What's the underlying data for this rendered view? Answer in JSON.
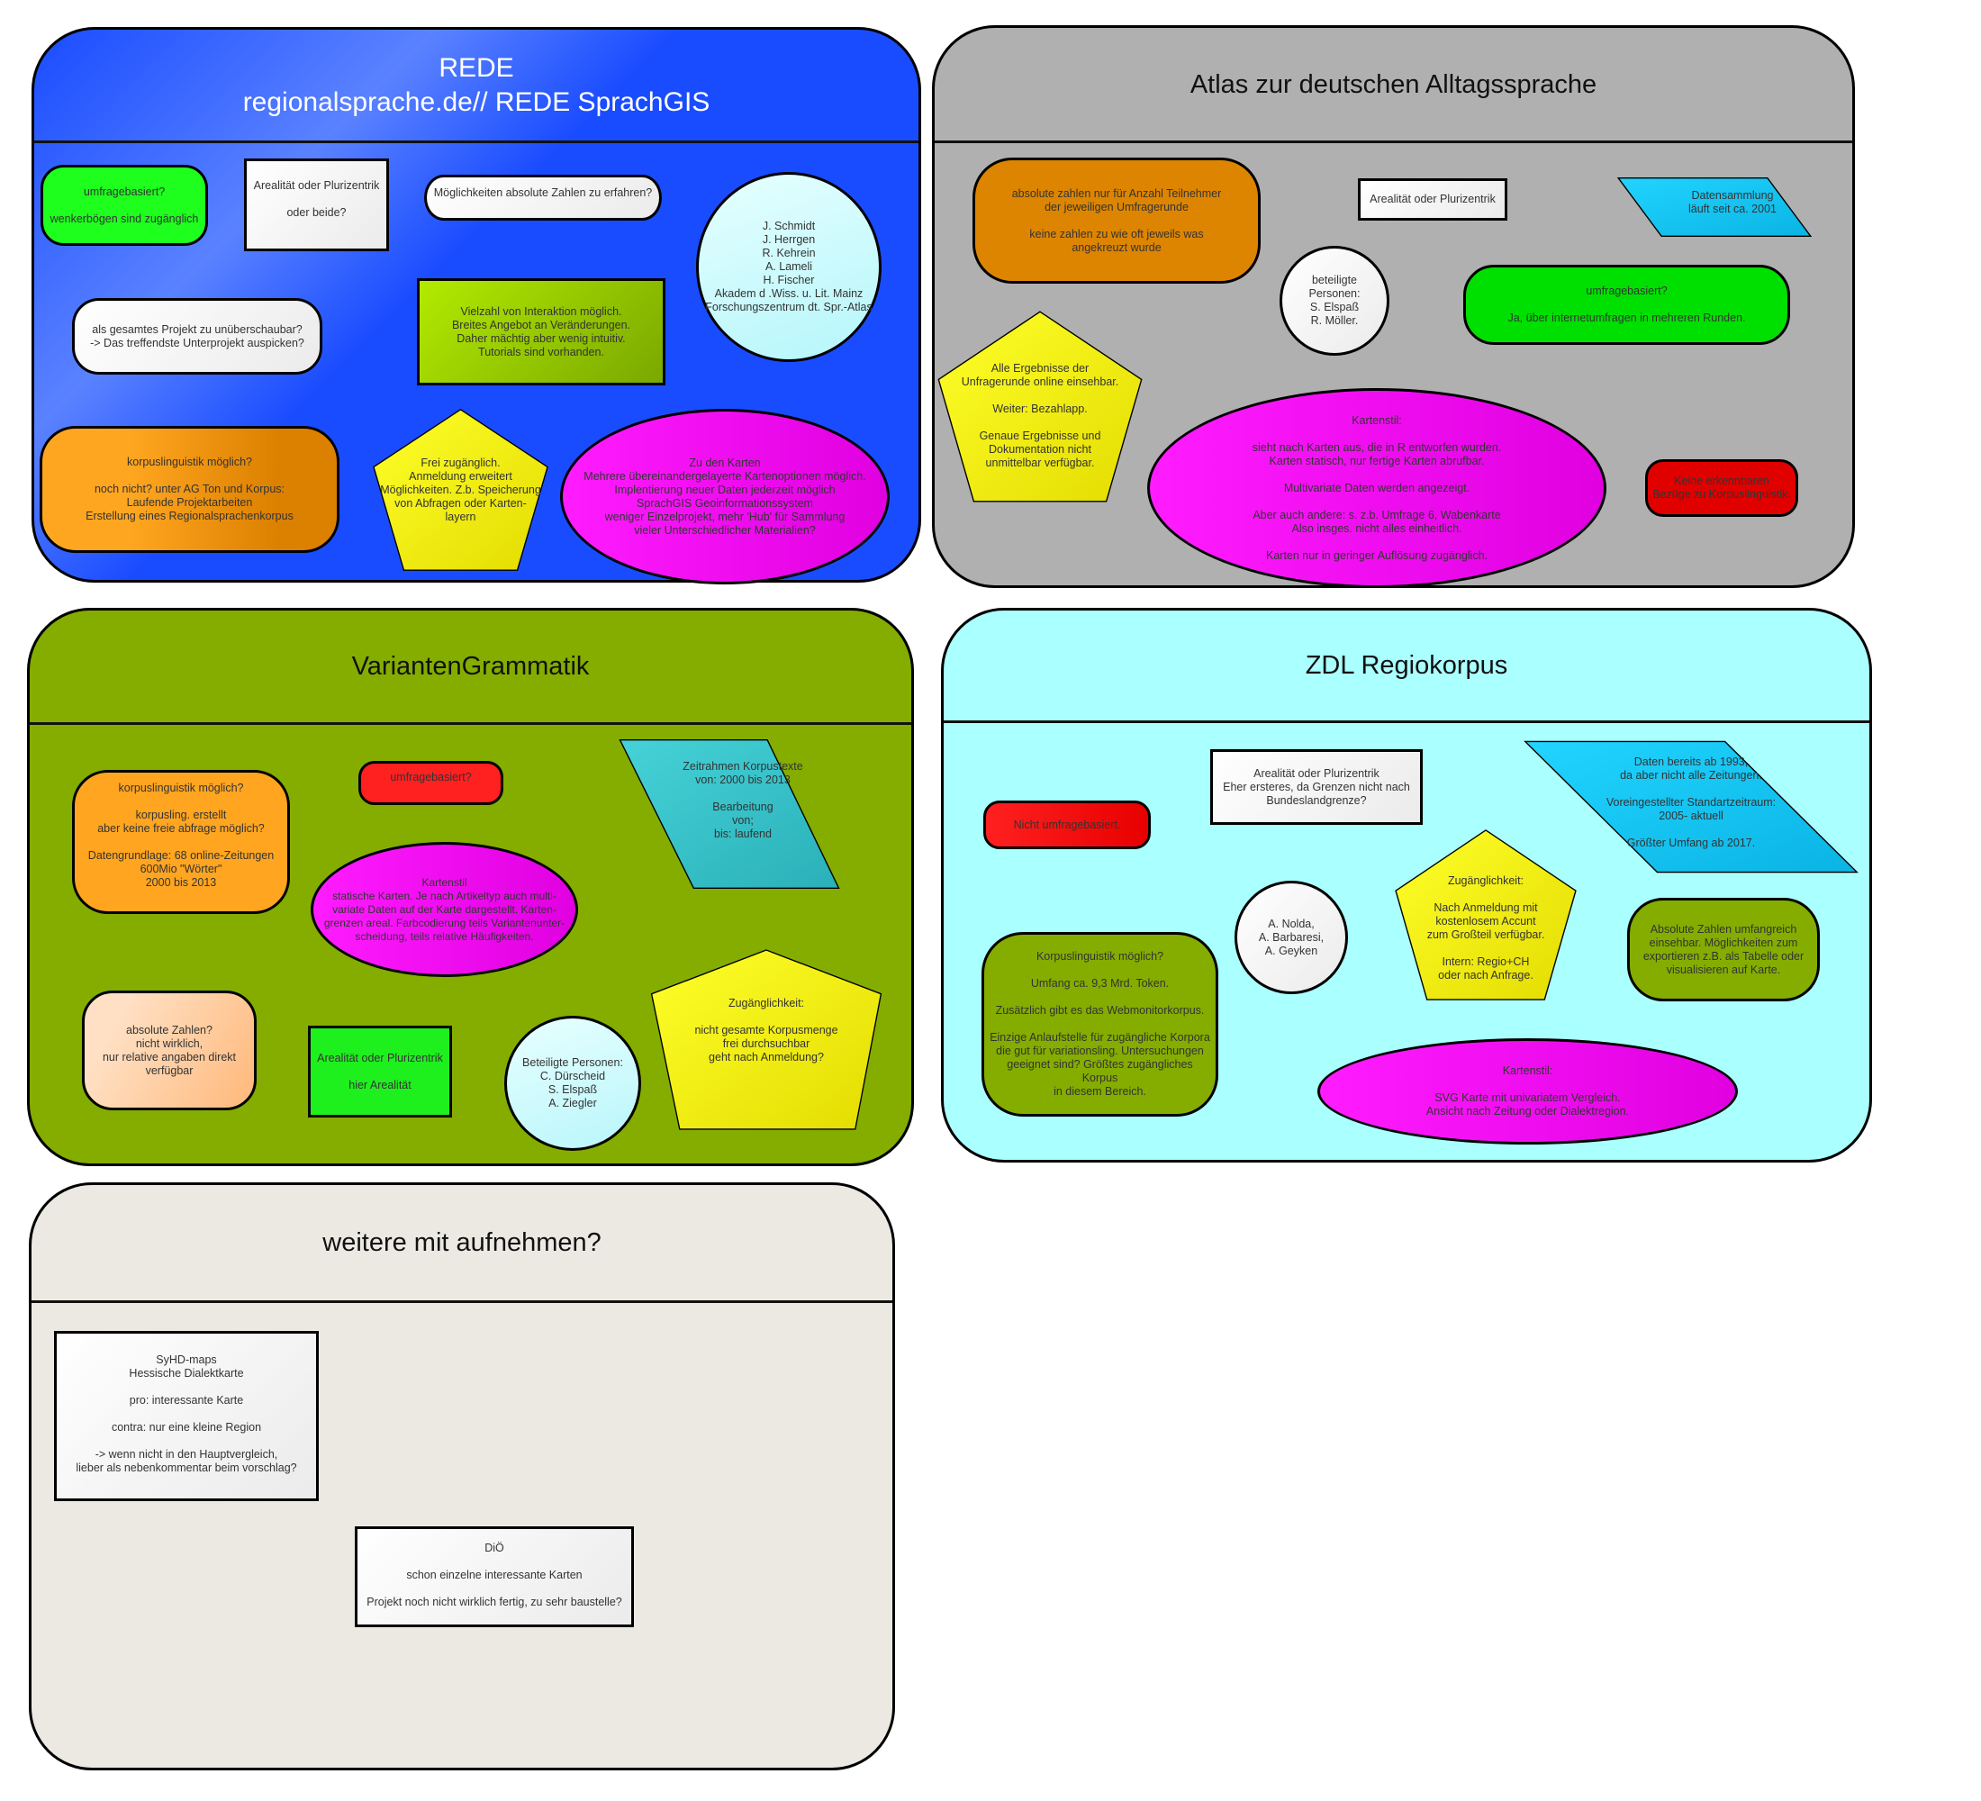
{
  "panels": {
    "rede": {
      "title": "REDE\nregionalsprache.de// REDE SprachGIS",
      "color": "#1a4cff",
      "items": {
        "umfrage": "umfragebasiert?\n\nwenkerbögen sind zugänglich",
        "areal": "Arealität oder Plurizentrik\n\noder beide?",
        "zahlen": "Möglichkeiten absolute Zahlen zu erfahren?",
        "personen": "J. Schmidt\nJ. Herrgen\nR. Kehrein\nA. Lameli\nH. Fischer\nAkadem d .Wiss. u. Lit. Mainz\nForschungszentrum dt. Spr.-Atlas",
        "projekt": "als gesamtes Projekt zu unüberschaubar?\n-> Das treffendste Unterprojekt auspicken?",
        "interaktion": "Vielzahl von Interaktion möglich.\nBreites Angebot an Veränderungen.\nDaher mächtig aber wenig intuitiv.\nTutorials sind vorhanden.",
        "korpus": "korpuslinguistik möglich?\n\nnoch nicht? unter AG Ton und Korpus:\nLaufende Projektarbeiten\nErstellung eines Regionalsprachenkorpus",
        "zugang": "Frei zugänglich.\nAnmeldung erweitert\nMöglichkeiten. Z.b. Speicherung\nvon Abfragen oder Karten-\nlayern",
        "karten": "Zu den Karten\nMehrere übereinandergelayerte Kartenoptionen möglich.\nImplentierung neuer Daten jederzeit möglich\nSprachGIS Geoinformationssystem\nweniger Einzelprojekt, mehr 'Hub' für Sammlung\nvieler Unterschiedlicher Materialien?"
      }
    },
    "atlas": {
      "title": "Atlas zur deutschen Alltagssprache",
      "color": "#b0b0b0",
      "items": {
        "zahlen": "absolute zahlen nur für Anzahl Teilnehmer\nder jeweiligen Umfragerunde\n\nkeine zahlen zu wie oft jeweils was\nangekreuzt wurde",
        "areal": "Arealität oder Plurizentrik",
        "daten": "Datensammlung\nläuft seit ca. 2001",
        "personen": "beteiligte Personen:\nS. Elspaß\nR. Möller.",
        "umfrage": "umfragebasiert?\n\nJa, über internetumfragen in mehreren Runden.",
        "ergebnisse": "Alle Ergebnisse der\nUnfragerunde online einsehbar.\n\nWeiter: Bezahlapp.\n\nGenaue Ergebnisse und\nDokumentation nicht\nunmittelbar verfügbar.",
        "kartenstil": "Kartenstil:\n\nsieht nach Karten aus, die in R entworfen wurden.\nKarten statisch, nur fertige Karten abrufbar.\n\nMultivariate Daten werden angezeigt.\n\nAber auch andere: s. z.b. Umfrage 6, Wabenkarte\nAlso insges. nicht alles einheitlich.\n\nKarten nur in geringer Auflösung zugänglich.",
        "korpus": "Keine erkennbaren\nBezüge zu Korpuslinguistik."
      }
    },
    "varianten": {
      "title": "VariantenGrammatik",
      "color": "#84ad00",
      "items": {
        "korpus": "korpuslinguistik möglich?\n\nkorpusling. erstellt\naber keine freie abfrage möglich?\n\nDatengrundlage: 68 online-Zeitungen\n600Mio \"Wörter\"\n2000 bis 2013",
        "umfrage": "umfragebasiert?",
        "zeitrahmen": "Zeitrahmen Korpustexte\nvon: 2000 bis 2013\n\nBearbeitung\nvon;\nbis: laufend",
        "kartenstil": "Kartenstil\nstatische Karten. Je nach Artikeltyp auch multi-\nvariate Daten auf der Karte dargestellt. Karten-\ngrenzen areal. Farbcodierung teils Variantenunter-\nscheidung, teils relative Häufigkeiten.",
        "zahlen": "absolute Zahlen?\nnicht wirklich,\nnur relative angaben direkt\nverfügbar",
        "areal": "Arealität oder Plurizentrik\n\nhier Arealität",
        "personen": "Beteiligte Personen:\nC. Dürscheid\nS. Elspaß\nA. Ziegler",
        "zugang": "Zugänglichkeit:\n\nnicht gesamte Korpusmenge\nfrei durchsuchbar\ngeht nach Anmeldung?"
      }
    },
    "zdl": {
      "title": "ZDL Regiokorpus",
      "color": "#aaffff",
      "items": {
        "umfrage": "Nicht umfragebasiert.",
        "areal": "Arealität oder Plurizentrik\nEher ersteres, da Grenzen nicht nach\nBundeslandgrenze?",
        "daten": "Daten bereits ab 1993,\nda aber nicht alle Zeitungen.\n\nVoreingestellter Standartzeitraum:\n2005- aktuell\n\nGrößter Umfang ab 2017.",
        "personen": "A. Nolda,\nA. Barbaresi,\nA. Geyken",
        "zugang": "Zugänglichkeit:\n\nNach Anmeldung mit\nkostenlosem Accunt\nzum Großteil verfügbar.\n\nIntern: Regio+CH\noder nach Anfrage.",
        "zahlen": "Absolute Zahlen umfangreich\neinsehbar. Möglichkeiten zum\nexportieren z.B. als Tabelle oder\nvisualisieren auf Karte.",
        "korpus": "Korpuslinguistik möglich?\n\nUmfang ca. 9,3 Mrd. Token.\n\nZusätzlich gibt es das Webmonitorkorpus.\n\nEinzige Anlaufstelle für zugängliche Korpora\ndie gut für variationsling. Untersuchungen\ngeeignet sind? Größtes zugängliches Korpus\nin diesem Bereich.",
        "kartenstil": "Kartenstil:\n\nSVG Karte mit univariatem Vergleich.\nAnsicht nach Zeitung oder Dialektregion."
      }
    },
    "weitere": {
      "title": "weitere mit aufnehmen?",
      "color": "#ece9e3",
      "items": {
        "syhd": "SyHD-maps\nHessische Dialektkarte\n\npro: interessante Karte\n\ncontra: nur eine kleine Region\n\n-> wenn nicht in den Hauptvergleich,\nlieber als nebenkommentar beim vorschlag?",
        "dio": "DiÖ\n\nschon einzelne interessante Karten\n\nProjekt noch nicht wirklich fertig, zu sehr baustelle?"
      }
    }
  }
}
